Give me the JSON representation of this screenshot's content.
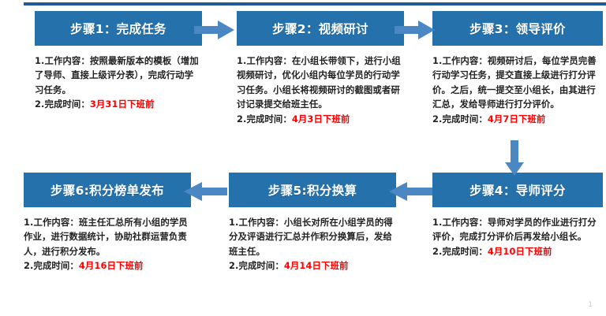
{
  "slide": {
    "page_number": "1",
    "colors": {
      "header_blue": "#2471ab",
      "rule_blue": "#1f5c96",
      "arrow_blue": "#4a87c3",
      "date_red": "#ff0000",
      "body_text": "#222222"
    }
  },
  "steps": [
    {
      "id": "step-1",
      "header": "步骤1：完成任务",
      "body_line_1": "1.工作内容：按照最新版本的模板（增加了导师、直接上级评分表），完成行动学习任务。",
      "body_line_2_label": "2.完成时间：",
      "body_line_2_date": "3月31日下班前"
    },
    {
      "id": "step-2",
      "header": "步骤2：视频研讨",
      "body_line_1": "1.工作内容：在小组长带领下，进行小组视频研讨，优化小组内每位学员的行动学习任务。小组长将视频研讨的截图或者研讨记录提交给班主任。",
      "body_line_2_label": "2.完成时间：",
      "body_line_2_date": "4月3日下班前"
    },
    {
      "id": "step-3",
      "header": "步骤3：领导评价",
      "body_line_1": "1.工作内容：视频研讨后，每位学员完善行动学习任务，提交直接上级进行打分评价。之后，统一提交至小组长，由其进行汇总，发给导师进行打分评价。",
      "body_line_2_label": "2.完成时间：",
      "body_line_2_date": "4月7日下班前"
    },
    {
      "id": "step-4",
      "header": "步骤4：导师评分",
      "body_line_1": "1.工作内容：导师对学员的作业进行打分评价，完成打分评价后再发给小组长。",
      "body_line_2_label": "2.完成时间：",
      "body_line_2_date": "4月10日下班前"
    },
    {
      "id": "step-5",
      "header": "步骤5:积分换算",
      "body_line_1": "1.工作内容：小组长对所在小组学员的得分及评语进行汇总并作积分换算后，发给班主任。",
      "body_line_2_label": "2.完成时间：",
      "body_line_2_date": "4月14日下班前"
    },
    {
      "id": "step-6",
      "header": "步骤6:积分榜单发布",
      "body_line_1": "1.工作内容：班主任汇总所有小组的学员作业，进行数据统计，协助社群运营负责人，进行积分发布。",
      "body_line_2_label": "2.完成时间：",
      "body_line_2_date": "4月16日下班前"
    }
  ],
  "arrows": [
    {
      "id": "arrow-step1-to-step2",
      "direction": "right"
    },
    {
      "id": "arrow-step2-to-step3",
      "direction": "right"
    },
    {
      "id": "arrow-step3-to-step4",
      "direction": "down"
    },
    {
      "id": "arrow-step4-to-step5",
      "direction": "left"
    },
    {
      "id": "arrow-step5-to-step6",
      "direction": "left"
    }
  ]
}
